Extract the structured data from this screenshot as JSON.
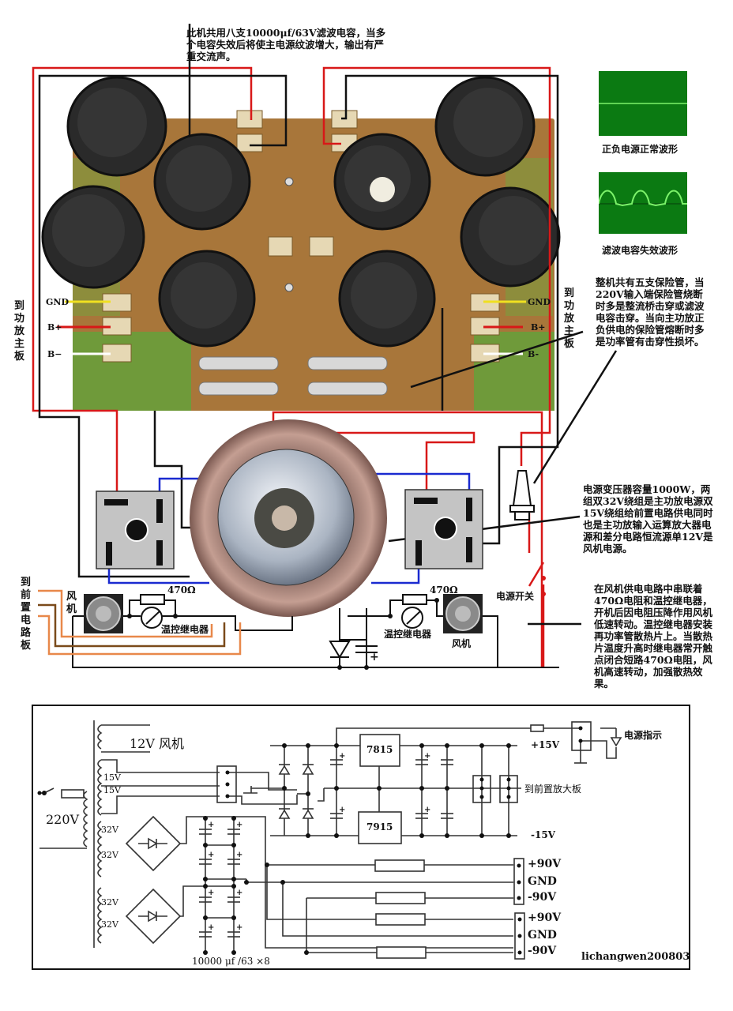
{
  "notes": {
    "filter_caps": "此机共用八支10000μf/63V滤波电容，当多个电容失效后将使主电源纹波增大，输出有严重交流声。",
    "fuses": "整机共有五支保险管，当220V输入端保险管烧断时多是整流桥击穿或滤波电容击穿。当向主功放正负供电的保险管熔断时多是功率管有击穿性损坏。",
    "transformer": "电源变压器容量1000W，两组双32V绕组是主功放电源双15V绕组给前置电路供电同时也是主功放输入运算放大器电源和差分电路恒流源单12V是风机电源。",
    "fan_circuit": "在风机供电电路中串联着470Ω电阻和温控继电器，开机后因电阻压降作用风机低速转动。温控继电器安装再功率管散热片上。当散热片温度升高时继电器常开触点闭合短路470Ω电阻，风机高速转动，加强散热效果。"
  },
  "waveforms": {
    "normal_caption": "正负电源正常波形",
    "failed_caption": "滤波电容失效波形",
    "scope_bg": "#0b7a12",
    "trace_color": "#7cf26a"
  },
  "photo_labels": {
    "to_main_amp_left": "到功放主板",
    "to_main_amp_right": "到功放主板",
    "gnd": "GND",
    "bplus": "B+",
    "bminus": "B−",
    "bminus_right": "B-",
    "to_preamp": "到前置电路板",
    "fan": "风机",
    "res_470": "470Ω",
    "thermo_relay": "温控继电器",
    "power_switch": "电源开关"
  },
  "schematic": {
    "fan_12v": "12V  风机",
    "tap_15v_a": "15V",
    "tap_15v_b": "15V",
    "mains": "220V",
    "tap_32v_a": "32V",
    "tap_32v_b": "32V",
    "tap_32v_c": "32V",
    "tap_32v_d": "32V",
    "reg_pos": "7815",
    "reg_neg": "7915",
    "rail_pos15": "+15V",
    "rail_neg15": "-15V",
    "to_preamp_board": "到前置放大板",
    "power_indicator": "电源指示",
    "out1_pos": "+90V",
    "out1_gnd": "GND",
    "out1_neg": "-90V",
    "out2_pos": "+90V",
    "out2_gnd": "GND",
    "out2_neg": "-90V",
    "cap_spec": "10000 μf /63 ×8",
    "signature": "lichangwen200803"
  },
  "colors": {
    "wire_red": "#d81818",
    "wire_black": "#111111",
    "wire_blue": "#1a2ad0",
    "wire_yellow": "#f0e020",
    "wire_orange": "#e8884a",
    "wire_brown": "#7a4a1a",
    "pcb_green": "#6f9a3a",
    "pcb_brown": "#b07a3a",
    "bridge_gray": "#c4c4c4"
  }
}
